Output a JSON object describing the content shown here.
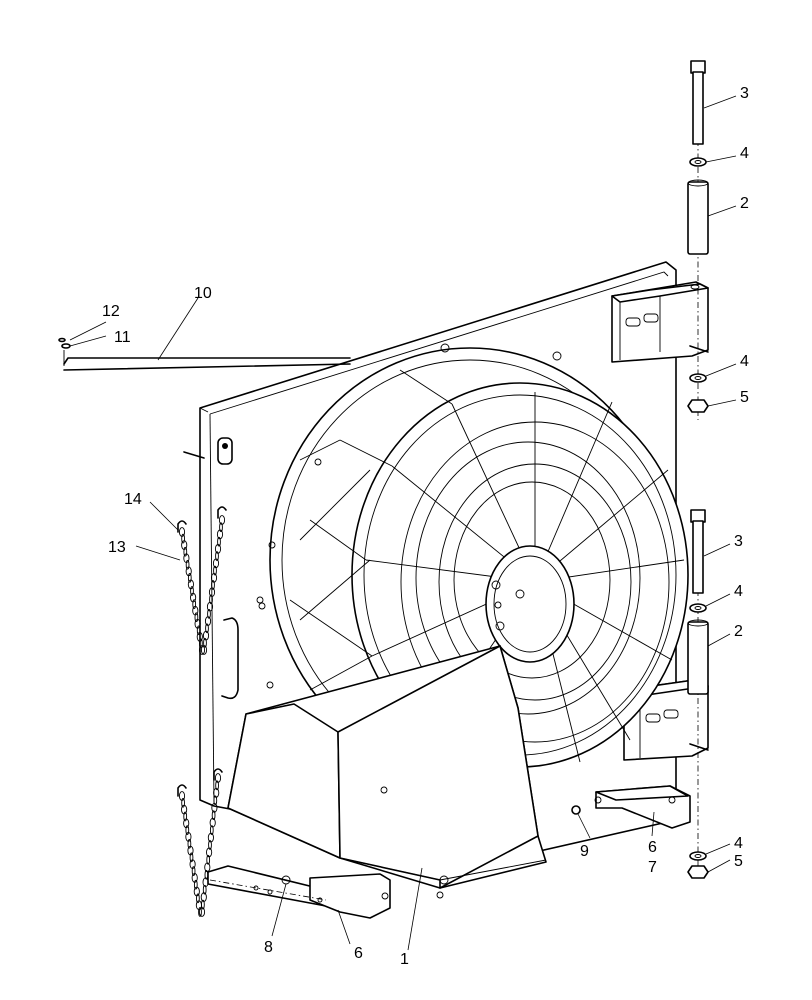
{
  "callouts": {
    "c1": "1",
    "c2a": "2",
    "c2b": "2",
    "c3a": "3",
    "c3b": "3",
    "c4a": "4",
    "c4b": "4",
    "c4c": "4",
    "c4d": "4",
    "c5a": "5",
    "c5b": "5",
    "c6a": "6",
    "c6b": "6",
    "c7": "7",
    "c8": "8",
    "c9": "9",
    "c10": "10",
    "c11": "11",
    "c12": "12",
    "c13": "13",
    "c14": "14"
  }
}
